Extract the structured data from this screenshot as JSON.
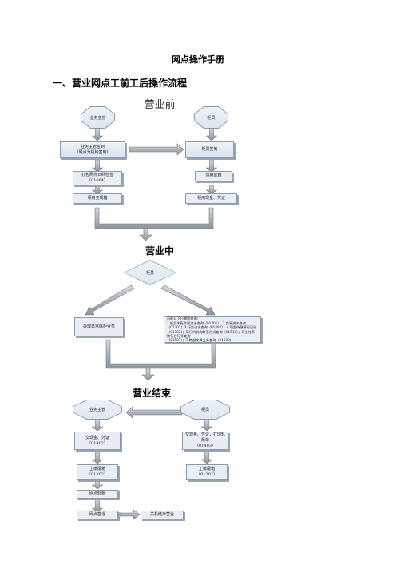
{
  "document": {
    "title": "网点操作手册",
    "section_title": "一、营业网点工前工后操作流程"
  },
  "flow": {
    "before": {
      "phase": "营业前",
      "left_start": "业务主管",
      "right_start": "柜员",
      "left_sign_in": "业务主管签到\n（网点为机构签到）",
      "right_sign_in": "柜员签到",
      "left_open": "打包网点日终检查\n（01064）",
      "right_collect": "领用尾箱",
      "left_collect": "领用主规箱",
      "right_cash": "领用现金、凭证"
    },
    "during": {
      "phase": "营业中",
      "check": "柜员",
      "daily_business": "办理日常临柜业务",
      "queries": "可能以下日需要查询：\n1.柜员未复交易流水查询（01301）；2.交易流水查询（01302）3.行务流水查询（01382）；4.现金待缴情况记录（01383）；5.行内机构联系方式查询（01510）；6.支付系统行名行号查询\n（01507）；7.跨越交换业务查询（01509）"
    },
    "end": {
      "phase": "营业结束",
      "supervisor": "业务主管",
      "teller": "柜员",
      "supervisor_handover": "交现金、凭证\n（01402）",
      "teller_handover": "交现金、凭证，打印轧账单\n（01403）",
      "supervisor_tail_box": "上缴尾箱\n（01202）",
      "teller_tail_box": "上缴尾箱\n（01202）",
      "branch_balance": "网点轧账",
      "branch_sign_out": "网点签退",
      "shutdown": "关机结束营业"
    }
  }
}
